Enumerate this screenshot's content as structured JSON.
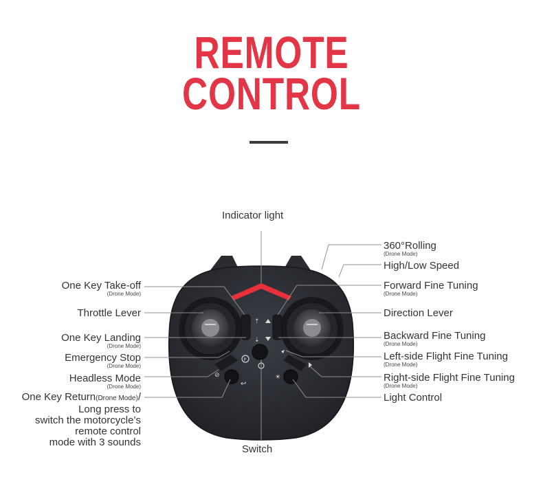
{
  "title": {
    "line1": "REMOTE",
    "line2": "CONTROL"
  },
  "colors": {
    "accent": "#e23546",
    "body": "#2c2e33",
    "leader": "#8a8a8a"
  },
  "labels": {
    "indicator_light": "Indicator light",
    "switch": "Switch",
    "left": {
      "take_off": "One Key Take-off",
      "take_off_sub": "(Drone Mode)",
      "throttle": "Throttle Lever",
      "landing": "One Key Landing",
      "landing_sub": "(Drone Mode)",
      "emergency": "Emergency Stop",
      "emergency_sub": "(Drone Mode)",
      "headless": "Headless Mode",
      "headless_sub": "(Drone Mode)",
      "return_main": "One Key Return",
      "return_mode": "(Drone Mode)",
      "return_slash": "/",
      "return_line2": "Long press to",
      "return_line3": "switch the motorcycle’s",
      "return_line4": "remote control",
      "return_line5": "mode with 3 sounds"
    },
    "right": {
      "rolling": "360°Rolling",
      "rolling_sub": "(Drone Mode)",
      "speed": "High/Low Speed",
      "forward": "Forward Fine Tuning",
      "forward_sub": "(Drone Mode)",
      "direction": "Direction Lever",
      "backward": "Backward Fine Tuning",
      "backward_sub": "(Drone Mode)",
      "left_side": "Left-side Flight Fine Tuning",
      "left_side_sub": "(Drone Mode)",
      "right_side": "Right-side Flight Fine Tuning",
      "right_side_sub": "(Drone Mode)",
      "light": "Light Control"
    }
  },
  "icons": [
    "takeoff-icon",
    "landing-icon",
    "emergency-stop-icon",
    "headless-icon",
    "return-icon",
    "power-icon",
    "light-icon"
  ]
}
